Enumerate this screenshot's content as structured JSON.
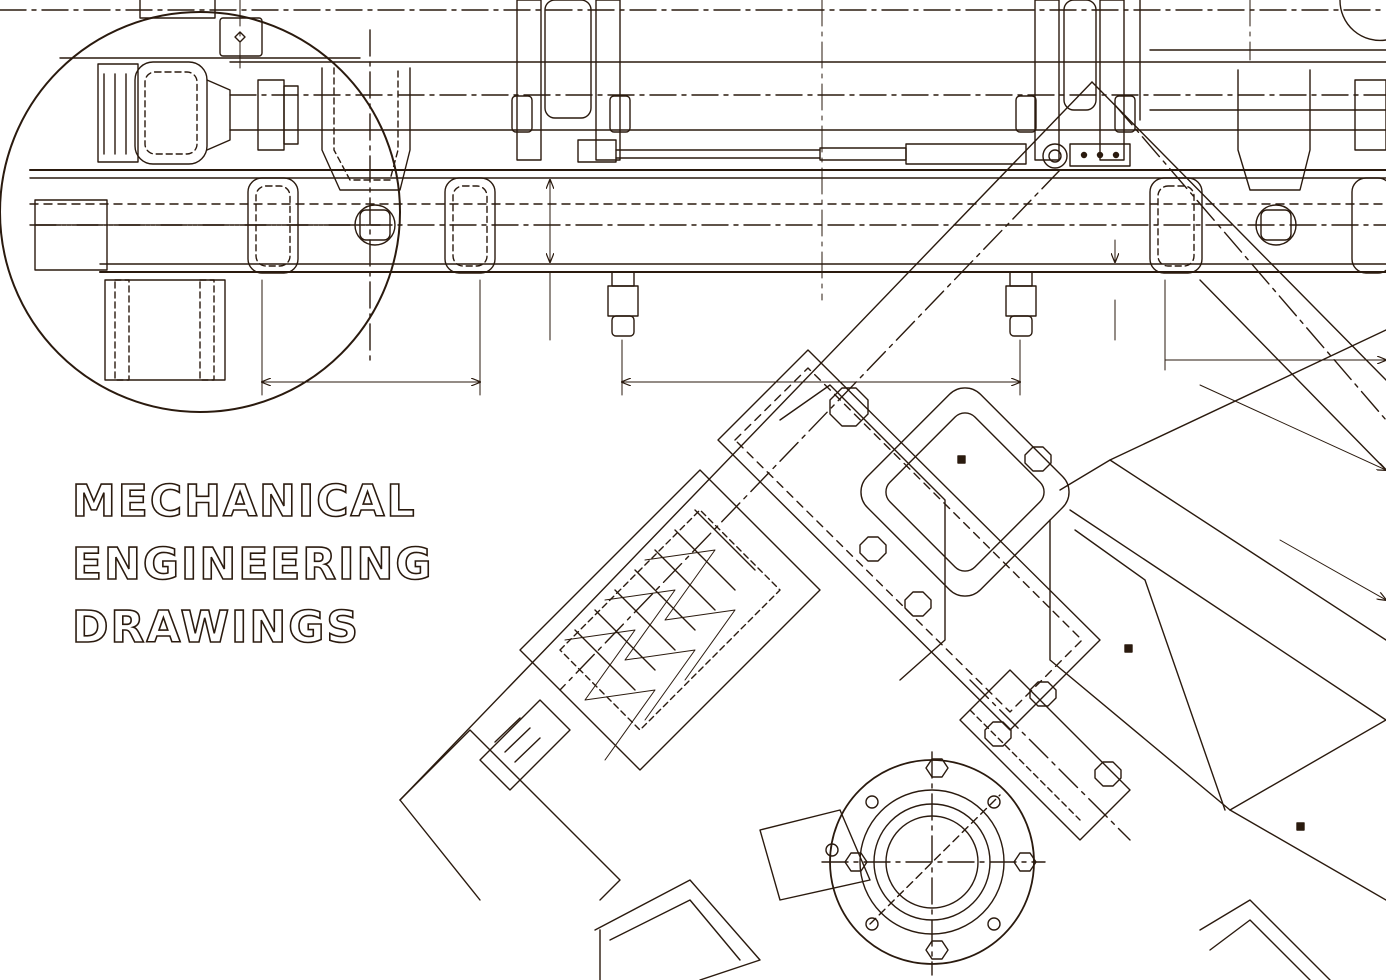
{
  "title": {
    "lines": [
      "MECHANICAL",
      "ENGINEERING",
      "DRAWINGS"
    ]
  },
  "style": {
    "ink": "#2a1a0e",
    "paper": "#ffffff"
  }
}
